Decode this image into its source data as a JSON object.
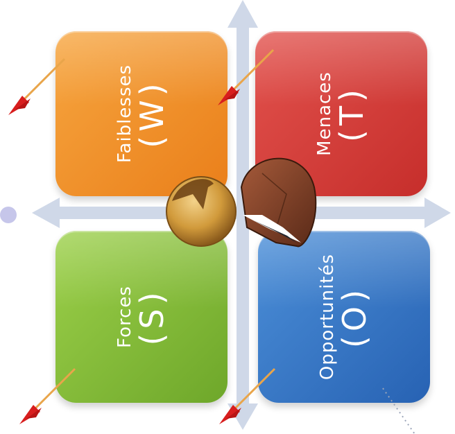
{
  "quadrants": {
    "weaknesses": {
      "name": "Faiblesses",
      "letter": "(W)"
    },
    "threats": {
      "name": "Menaces",
      "letter": "(T)"
    },
    "strengths": {
      "name": "Forces",
      "letter": "(S)"
    },
    "opportunities": {
      "name": "Opportunités",
      "letter": "(O)"
    }
  },
  "colors": {
    "weaknesses": "#ea7f1a",
    "threats": "#c62e2b",
    "strengths": "#6ea72a",
    "opportunities": "#2762b3",
    "axis": "#cfd8e8",
    "arrow_fletching": "#d81e1e",
    "arrow_shaft": "#e9a54a"
  },
  "icons": [
    "businessman-figure",
    "arrow-icon"
  ]
}
